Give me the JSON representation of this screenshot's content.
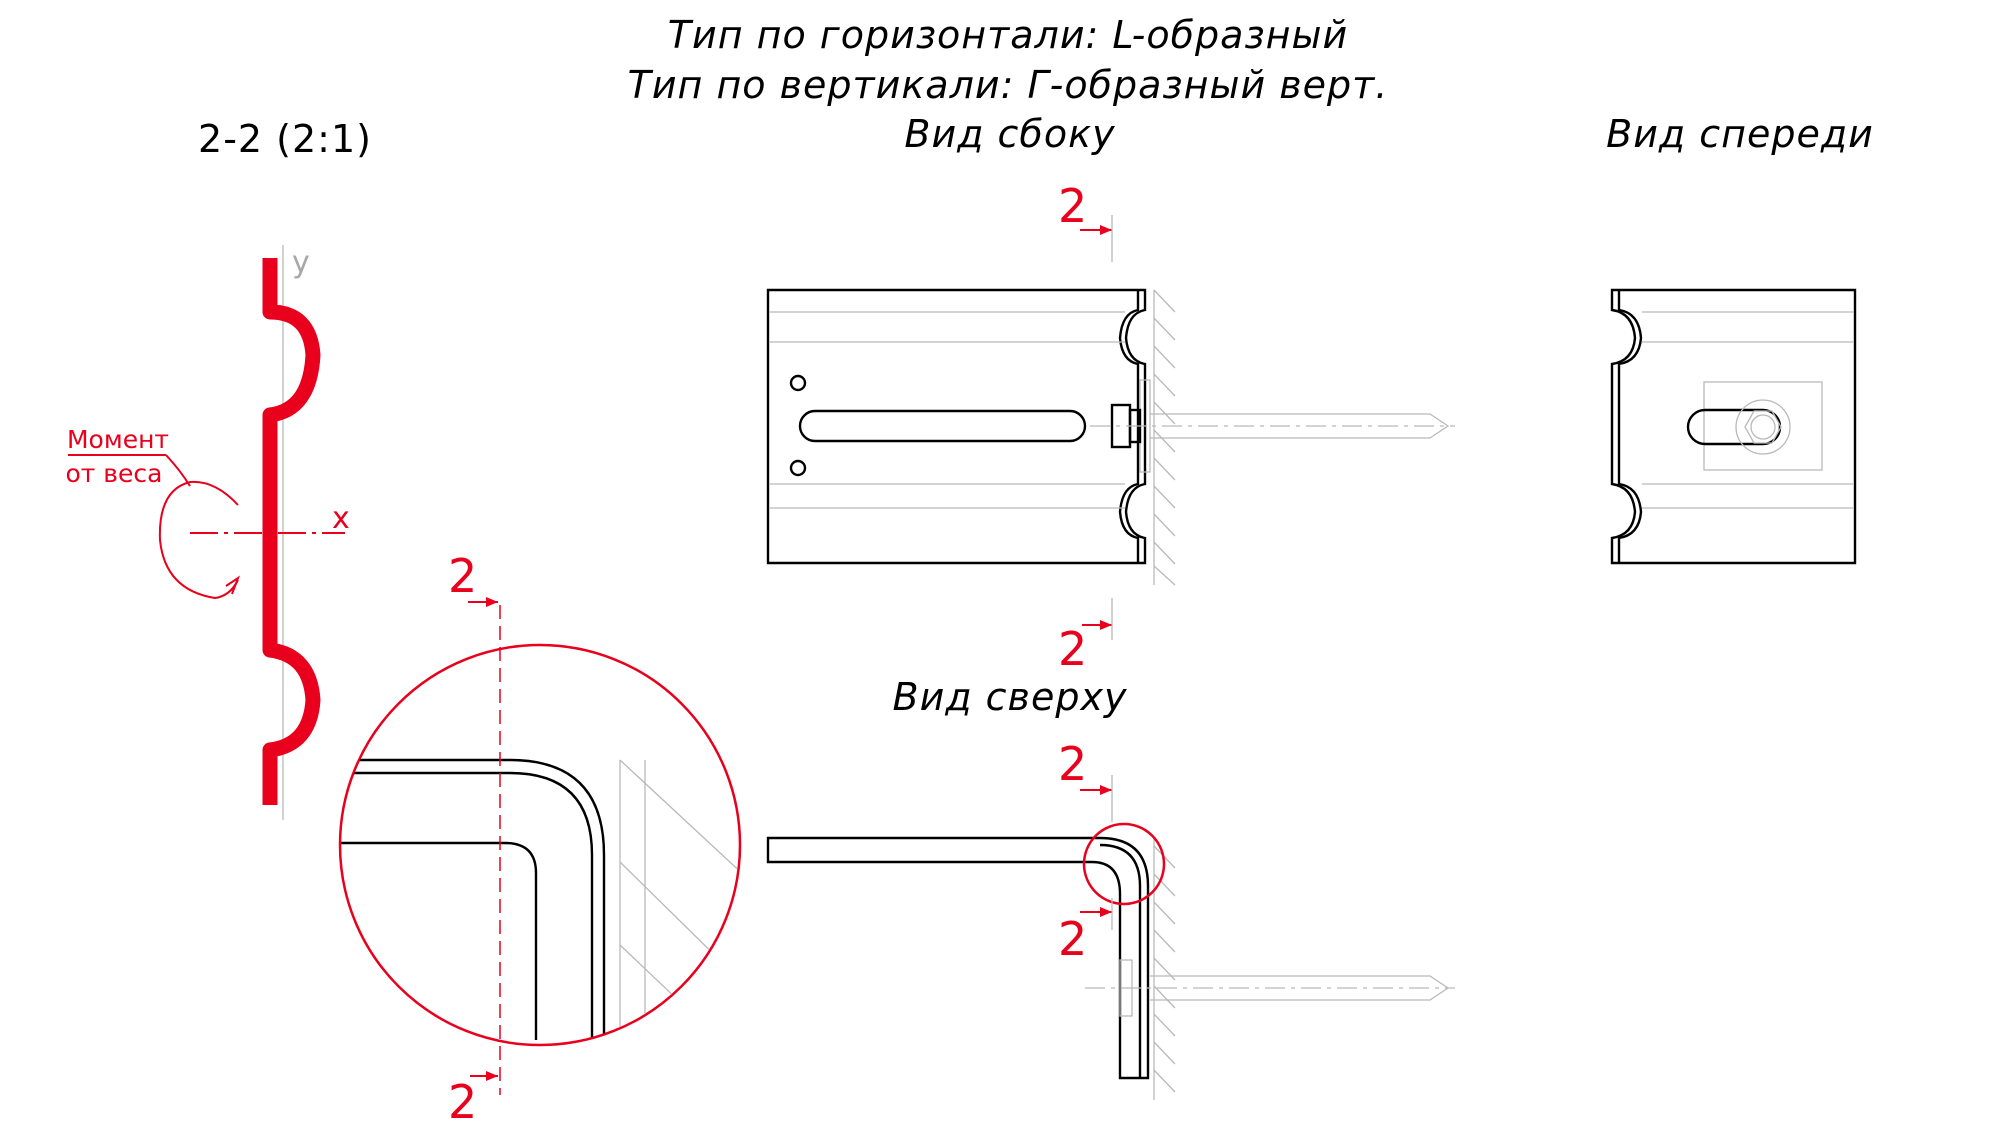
{
  "header": {
    "line1": "Тип по горизонтали: L-образный",
    "line2": "Тип по вертикали: Г-образный верт."
  },
  "views": {
    "section_label": "2-2 (2:1)",
    "side_label": "Вид сбоку",
    "front_label": "Вид спереди",
    "top_label": "Вид сверху"
  },
  "section": {
    "axis_x": "x",
    "axis_y": "y",
    "moment_line1": "Момент",
    "moment_line2": "от веса"
  },
  "section_mark": "2",
  "colors": {
    "accent": "#e8001c",
    "line": "#000000",
    "construction": "#b9b9b9"
  }
}
